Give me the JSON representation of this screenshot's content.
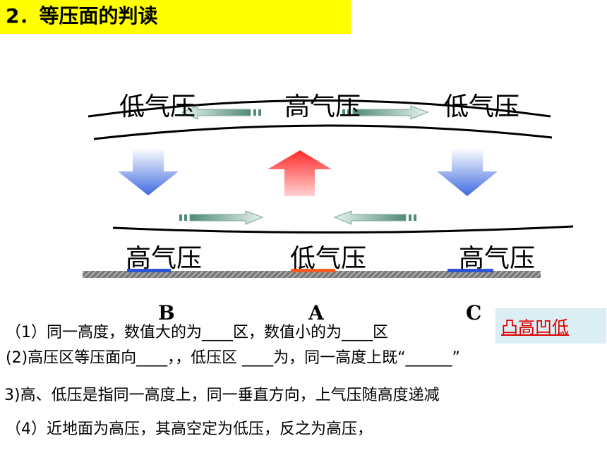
{
  "title": "2．等压面的判读",
  "upper_labels": {
    "left": "低气压",
    "middle": "高气压",
    "right": "低气压"
  },
  "surface_labels": {
    "left": "高气压",
    "middle": "低气压",
    "right": "高气压"
  },
  "points": {
    "b": "B",
    "a": "A",
    "c": "C"
  },
  "answer": "凸高凹低",
  "questions": {
    "q1": "（1）同一高度，数值大的为____区，数值小的为____区",
    "q2": "(2)高压区等压面向____，，低压区  ____为，同一高度上既“______”",
    "q3": "3)高、低压是指同一高度上，同一垂直方向，上气压随高度递减",
    "q4": "（4）近地面为高压，其高空定为低压，反之为高压，"
  },
  "colors": {
    "title_bg": "#ffff00",
    "answer_bg": "#dbeef4",
    "answer_text": "#e00000",
    "high_marker": "#2b55d6",
    "low_marker": "#ff5a1f"
  }
}
